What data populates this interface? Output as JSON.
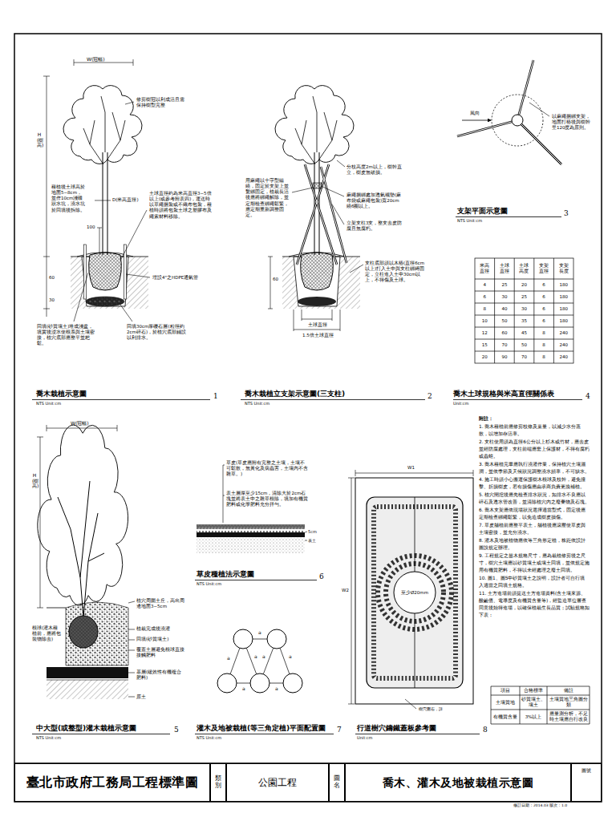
{
  "diagram": {
    "nodes": [
      {
        "text": [
          "臺北市政府工務局工程標準圖"
        ]
      },
      {
        "text": [
          "類別"
        ]
      },
      {
        "text": [
          "公園工程"
        ]
      },
      {
        "text": [
          "圖名"
        ]
      },
      {
        "text": [
          "喬木、灌木及地被栽植示意圖"
        ]
      },
      {
        "text": [
          "圖號"
        ]
      }
    ],
    "labels": [
      "W(冠幅)",
      "修剪樹冠以利成活且需保持樹型完整",
      "H(樹高)",
      "種植後土球高於地面5~8cm，並作10cm淺碟狀水坑，澆水坑於回填後拆除。",
      "D(米高直徑)",
      "100",
      "土球直徑約為米高直徑3~5倍以上(或參考附表四)，運送時以草繩捆紮或不織布包紮，種植時須將包紮土球之塑膠布及繩索材料移除。",
      "埋設4\"之HDPE通氣管",
      "60",
      "30",
      "回填(砂質壤土)堆成淺盆，填實後浸水使根系與土壤密接，植穴底部應整平並耙鬆。",
      "回填30cm厚礫石層(粒徑約2cm碎石)，於植穴底部鋪設以利排水。",
      "喬木栽植示意圖",
      "NTS Unit:cm",
      "1",
      "分枝高度2m以上，樹幹直立，樹皮無破損。",
      "用麻繩以十字型纏繞，固定於支架上並繫綁固定，植栽長活後應將綁繩解除，並定期檢查綁繩鬆緊，應定期重新調整固定。",
      "麻繩捆綁處加透氣襯墊(麻布袋或麻繩包紮)寬20cm繞6圈以上。",
      "立架支柱3支，整支去皮防腐且無腐朽。",
      "支柱底部須以木樁(直徑6cm以上)打入土中與支柱綁縛固定，立柱進入土中30cm以上，不得傷及土球。",
      "60",
      "土球直徑",
      "1.5倍土球直徑",
      "喬木栽植立支架示意圖(三支柱)",
      "NTS Unit:cm",
      "2",
      "風向",
      "以麻繩捆綁支架，地面打樁後與樹幹呈120度為原則。",
      "支架平面示意圖",
      "NTS Unit:cm",
      "3",
      "米高直徑",
      "土球直徑",
      "土球高度",
      "支架直徑",
      "支架長度",
      "4",
      "25",
      "20",
      "6",
      "180",
      "6",
      "30",
      "25",
      "6",
      "180",
      "8",
      "40",
      "30",
      "6",
      "180",
      "10",
      "50",
      "35",
      "6",
      "180",
      "12",
      "60",
      "45",
      "8",
      "240",
      "15",
      "70",
      "50",
      "8",
      "240",
      "20",
      "90",
      "70",
      "8",
      "240",
      "喬木土球規格與米高直徑關係表",
      "Unit:cm",
      "4",
      "W(冠幅)",
      "H(樹高)",
      "植穴周圍土丘，高出周邊地面3~5cm",
      "根球(灌木種植前，應將包裝物除去)",
      "植栽完成後澆灌",
      "回填(砂質壤土)",
      "覆蓋土層避免根球直接接觸肥料",
      "基層(緩效性有機複合肥料)",
      "原土",
      "中大型(或整型)灌木栽植示意圖",
      "NTS Unit:cm",
      "5",
      "草皮(草皮應附有完整之土壤，土壤不可鬆散，無黃化及病蟲害，土壤內不含雜草。)",
      "表土層厚至少15cm，清除大於2cm石塊並將表土中之雜草根除，填加有機質肥料或化學肥料充分拌勻。",
      "5cm",
      "表土",
      "草皮種植法示意圖",
      "NTS Unit:cm",
      "6",
      "a",
      "a",
      "a",
      "a",
      "a",
      "a",
      "a",
      "灌木及地被栽植(等三角定植)平面配置圖",
      "NTS Unit:cm",
      "7",
      "W1",
      "W2",
      "至少Ø20mm",
      "樹穴圍石，詳",
      "行道樹穴鑄鐵蓋板參考圖",
      "Unit:cm",
      "8",
      "附註：",
      "1. 喬木種植前應修剪枝條及葉量，以減少水分蒸散，以增加存活率。",
      "2. 支柱使用須為直徑6公分以上杉木或竹材，應去皮並經防腐處理，支柱前端應套上保護材，不得有腐朽或蟲蛀。",
      "3. 喬木種植完畢應執行澆灌作業，保持植穴土壤濕潤，並依季節及天候狀況調整澆水頻率，不可缺水。",
      "4. 施工時須小心搬運保護樹木根球及枝幹，避免撞擊、折損樹皮，若有損傷應由承商負責更換補植。",
      "5. 植穴開挖後應先檢查排水狀況，如排水不良應以碎石及透水管改善，並清除植穴內之廢棄物及石塊。",
      "6. 喬木支架應依現場狀況選擇適當型式，固定後應定期檢查綁繩鬆緊，以免造成樹皮損傷。",
      "7. 草皮舖植前應整平表土，舖植後應滾壓使草皮與土壤密接，並充分澆水。",
      "8. 灌木及地被植物應依等三角形定植，株距依設計圖說規定辦理。",
      "9. 工程規定之苗木規格尺寸，應為栽植修剪後之尺寸，樹穴土壤應以砂質壤土或壤土回填，並依規定施用有機質肥料，不得以未經處理之廢土回填。",
      "10. 圖1、圖5中砂質壤土之說明，設計者可自行填入適當之回填土規格。",
      "11. 土方進場前須提送土方進場資料(含土壤來源、酸鹼值、電導度及有機質含量等)，經監造單位審查同意後始得進場，以確保植栽生長品質；試驗規格如下表：",
      "項目",
      "合格標準",
      "備註",
      "土壤質地",
      "砂質壤土、壤土",
      "土壤質地三角圖分類",
      "有機質含量",
      "3%以上",
      "應量測分析，不足時土壤應自行改良",
      "修訂日期：2014.03 版次：1.0"
    ]
  }
}
